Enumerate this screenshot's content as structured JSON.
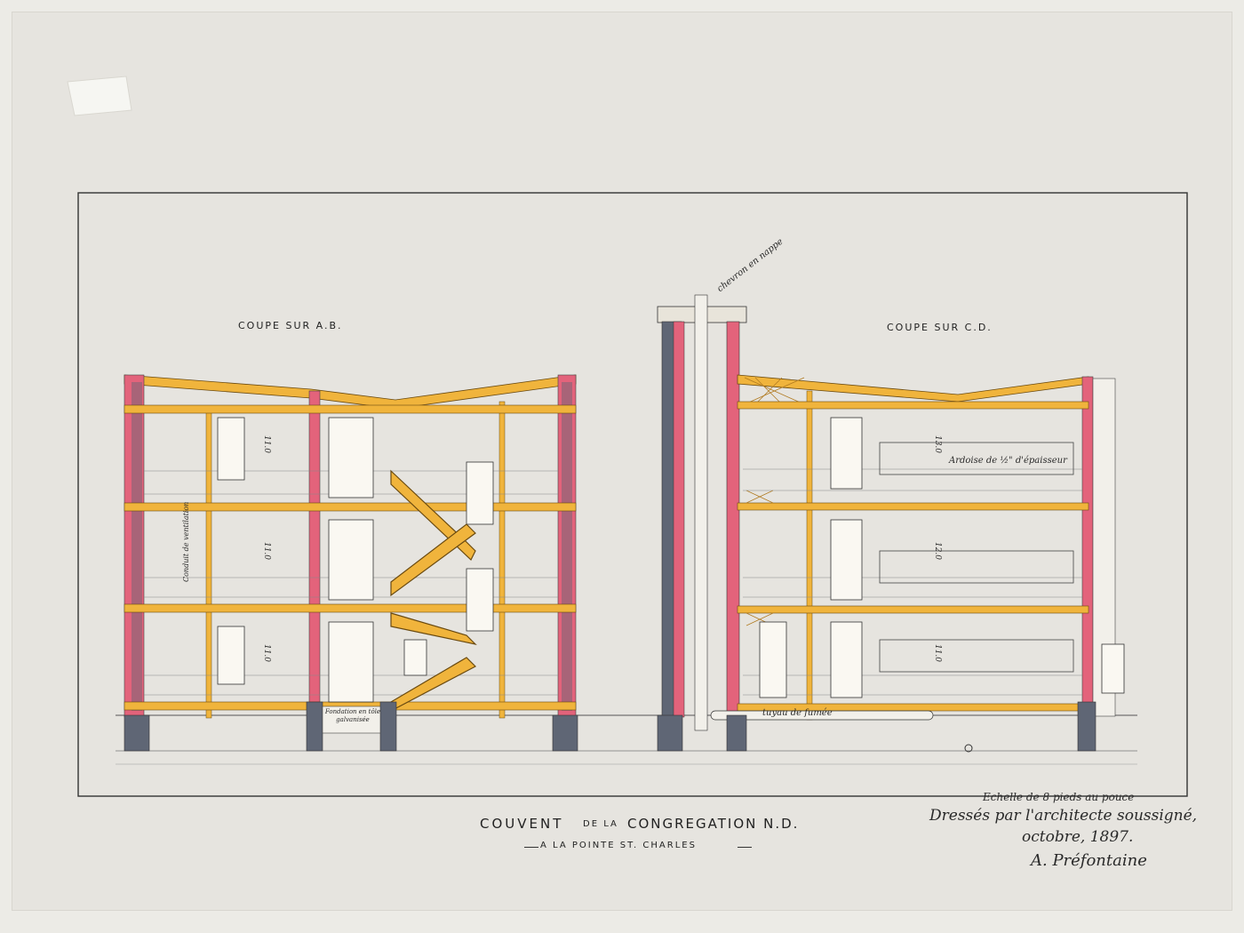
{
  "drawing": {
    "section_left": "COUPE SUR A.B.",
    "section_right": "COUPE SUR C.D.",
    "title_main": "COUVENT",
    "title_de_la": "DE LA",
    "title_congregation": "CONGREGATION N.D.",
    "subtitle": "A LA POINTE ST. CHARLES",
    "scale_note": "Echelle de 8 pieds au pouce",
    "signature_line1": "Dressés par l'architecte soussigné,",
    "signature_line2": "octobre, 1897.",
    "signature_name": "A. Préfontaine",
    "note_chevron": "chevron en nappe",
    "note_ardoise": "Ardoise de ½\" d'épaisseur",
    "note_tuyau": "tuyau de fumée",
    "note_ventilation": "Conduit de ventilation",
    "note_fondation": "Fondation en tôle galvanisée",
    "dims": [
      "11.0",
      "11.0",
      "11.0",
      "13.0",
      "12.0",
      "11.0"
    ]
  },
  "colors": {
    "wood": "#f0b43c",
    "brick": "#e3637b",
    "stone": "#5f6675",
    "ink": "#333333",
    "paper": "#e6e4df"
  }
}
